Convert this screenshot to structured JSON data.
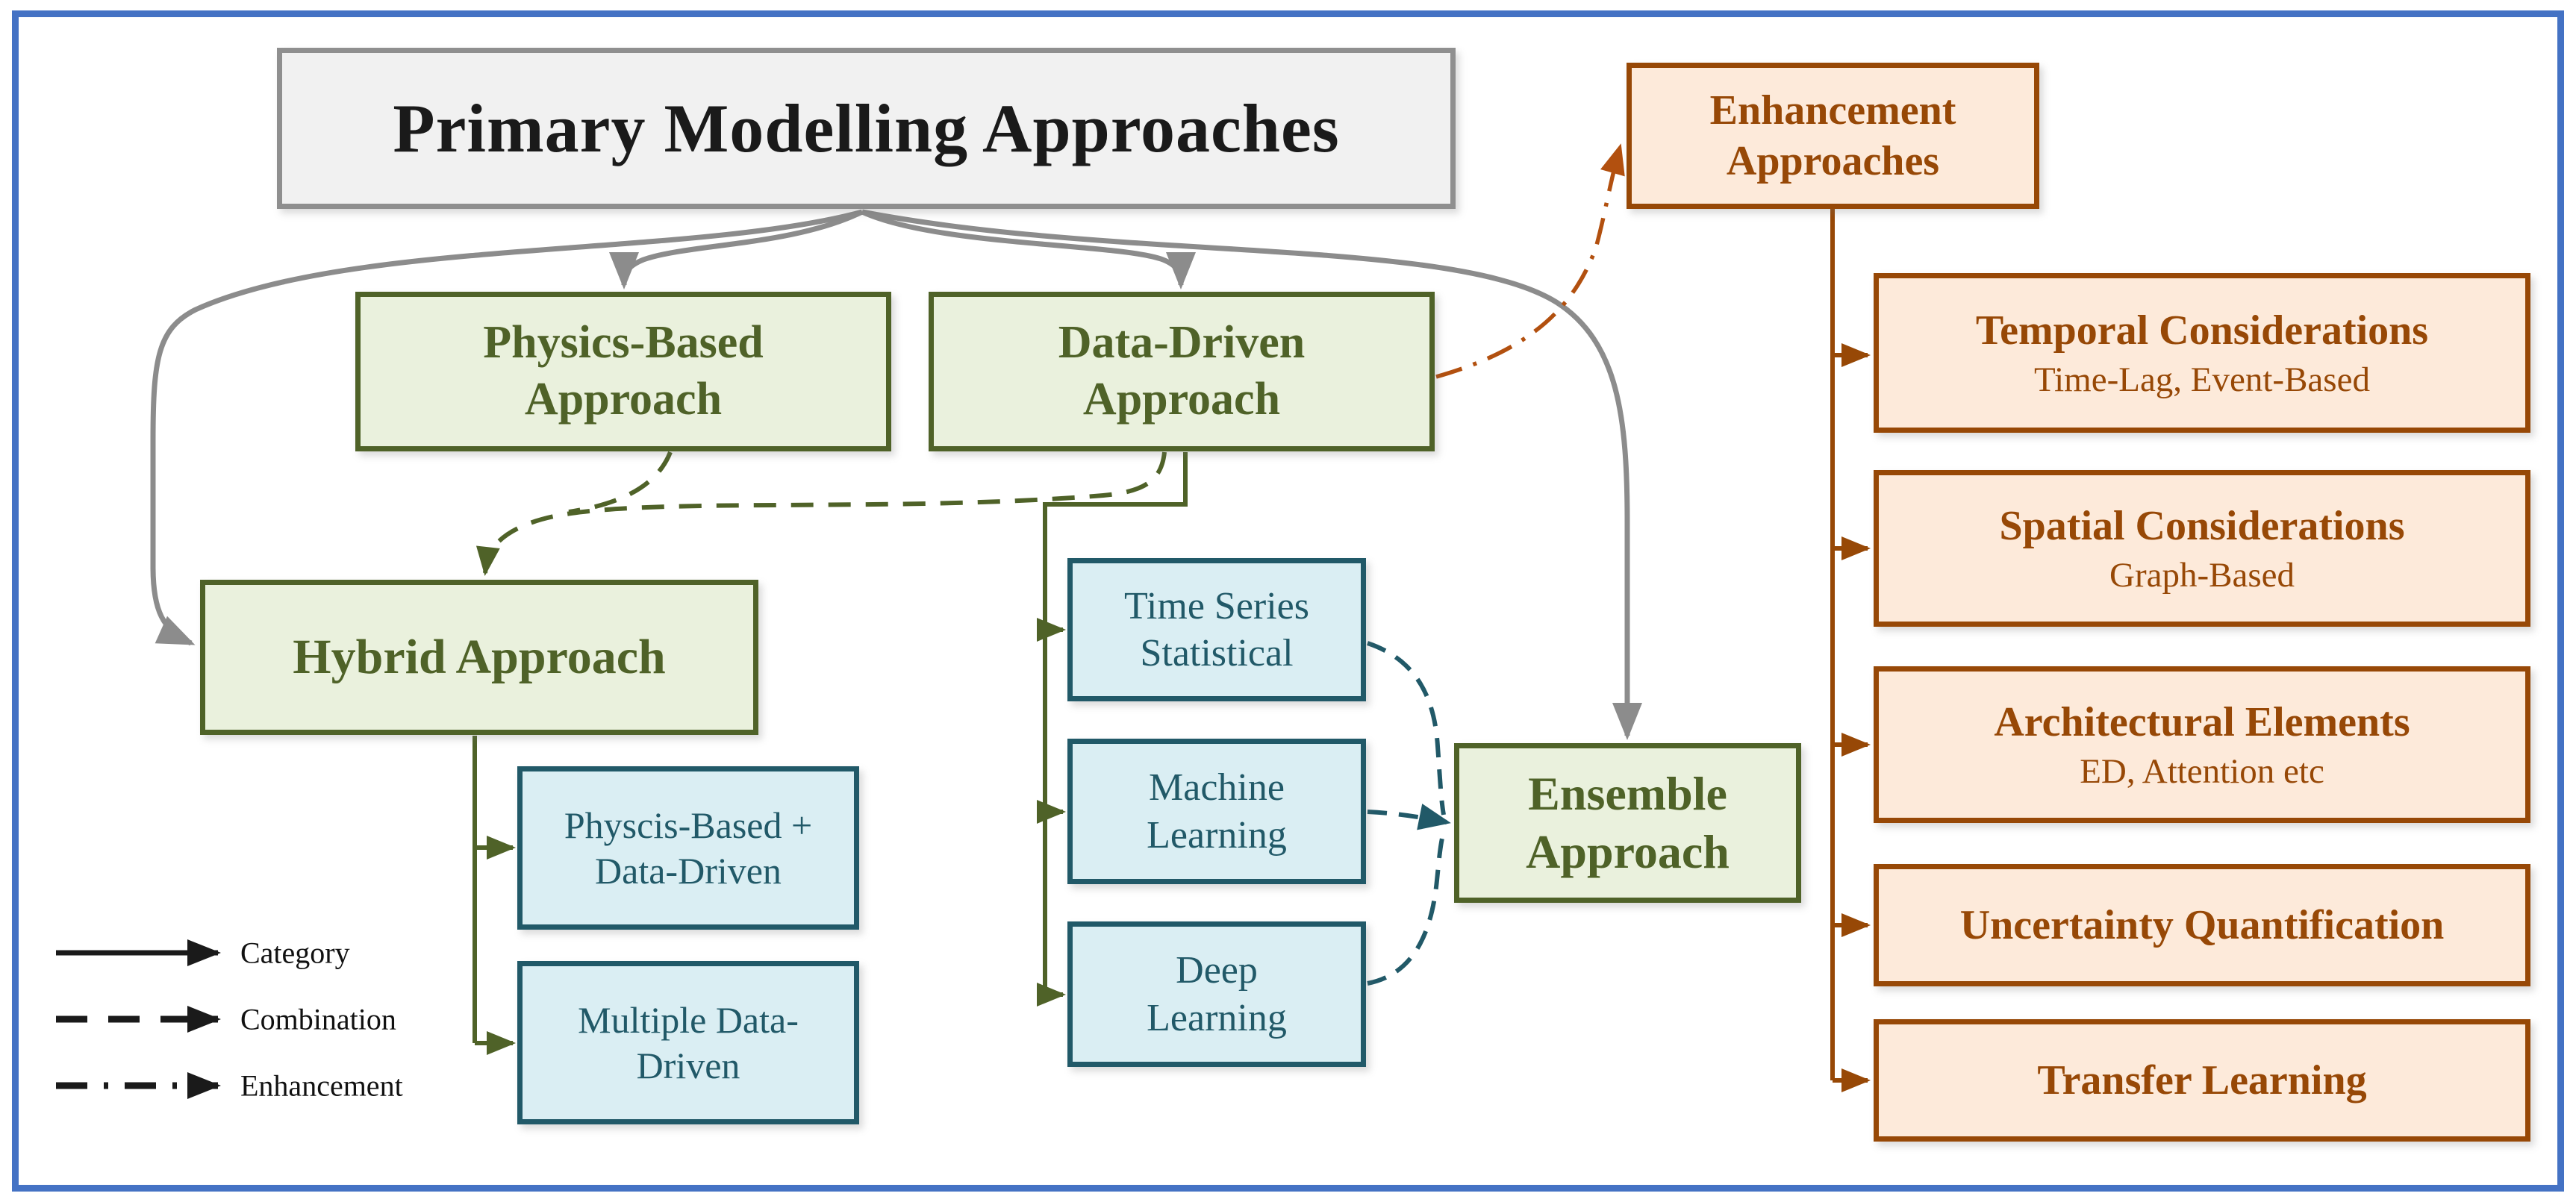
{
  "title": "Primary Modelling Approaches",
  "nodes": {
    "physics": "Physics-Based\nApproach",
    "data_driven": "Data-Driven\nApproach",
    "hybrid": "Hybrid Approach",
    "ensemble": "Ensemble\nApproach",
    "enhancement": "Enhancement\nApproaches",
    "physics_plus_data": "Physcis-Based +\nData-Driven",
    "multiple_data_driven": "Multiple Data-\nDriven",
    "time_series": "Time Series\nStatistical",
    "machine_learning": "Machine\nLearning",
    "deep_learning": "Deep\nLearning"
  },
  "enhancements": [
    {
      "title": "Temporal Considerations",
      "subtitle": "Time-Lag, Event-Based"
    },
    {
      "title": "Spatial Considerations",
      "subtitle": "Graph-Based"
    },
    {
      "title": "Architectural Elements",
      "subtitle": "ED, Attention etc"
    },
    {
      "title": "Uncertainty Quantification",
      "subtitle": ""
    },
    {
      "title": "Transfer Learning",
      "subtitle": ""
    }
  ],
  "legend": [
    {
      "style": "solid",
      "label": "Category"
    },
    {
      "style": "dashed",
      "label": "Combination"
    },
    {
      "style": "dash-dot",
      "label": "Enhancement"
    }
  ],
  "edges": [
    {
      "type": "category",
      "from": "Primary Modelling Approaches",
      "to": "Physics-Based Approach"
    },
    {
      "type": "category",
      "from": "Primary Modelling Approaches",
      "to": "Data-Driven Approach"
    },
    {
      "type": "category",
      "from": "Primary Modelling Approaches",
      "to": "Hybrid Approach"
    },
    {
      "type": "category",
      "from": "Primary Modelling Approaches",
      "to": "Ensemble Approach"
    },
    {
      "type": "enhancement",
      "from": "Data-Driven Approach",
      "to": "Enhancement Approaches"
    },
    {
      "type": "combination",
      "from": "Physics-Based Approach + Data-Driven Approach",
      "to": "Hybrid Approach"
    },
    {
      "type": "category",
      "from": "Data-Driven Approach",
      "to": "Time Series Statistical / Machine Learning / Deep Learning"
    },
    {
      "type": "category",
      "from": "Hybrid Approach",
      "to": "Physcis-Based + Data-Driven / Multiple Data-Driven"
    },
    {
      "type": "combination",
      "from": "Time Series Statistical / Machine Learning / Deep Learning",
      "to": "Ensemble Approach"
    },
    {
      "type": "category",
      "from": "Enhancement Approaches",
      "to": "Temporal Considerations / Spatial Considerations / Architectural Elements / Uncertainty Quantification / Transfer Learning"
    }
  ],
  "colors": {
    "frame_blue": "#4472C4",
    "gray_arrow": "#8c8c8c",
    "green_border": "#4f6228",
    "green_fill": "#eaf1dd",
    "teal_border": "#215968",
    "teal_fill": "#daeef3",
    "brown_border": "#974806",
    "brown_fill": "#fdeada",
    "orange_arrow": "#b2500f",
    "title_fill": "#f1f1f1",
    "title_border": "#8f8f8f",
    "legend_black": "#1a1a1a"
  }
}
